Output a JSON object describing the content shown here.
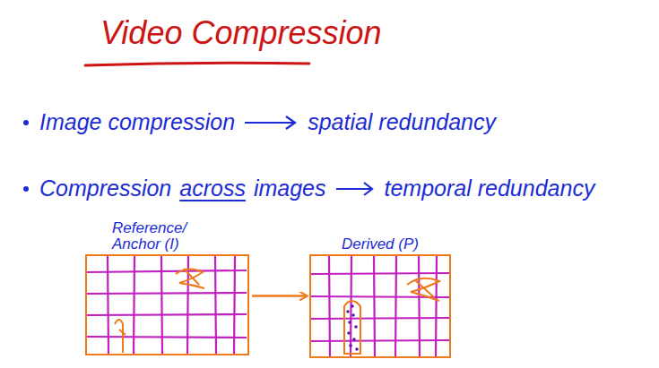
{
  "diagram": {
    "title": "Video Compression",
    "nodes": [
      {
        "text": [
          "Reference/ Anchor (I)"
        ]
      },
      {
        "text": [
          "Derived (P)"
        ]
      }
    ],
    "edges": [
      {
        "from": 0,
        "to": 1,
        "arrow": "to"
      }
    ],
    "labels": [
      "Image compression",
      "spatial redundancy",
      "Compression",
      "across",
      "images",
      "temporal redundancy"
    ]
  }
}
